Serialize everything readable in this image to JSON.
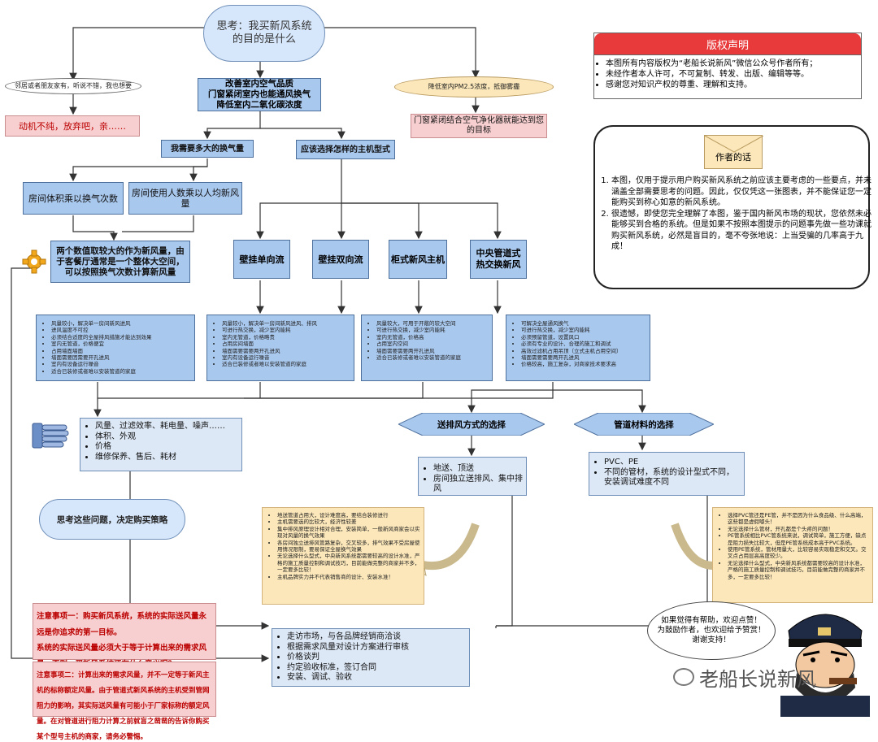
{
  "think_cloud": "思考：我买新风系统的目的是什么",
  "left_bubble": "邻居或者朋友家有，听说不错，我也想要",
  "left_result": "动机不纯，放弃吧，亲……",
  "center_goal": "改善室内空气品质\n门窗紧闭室内也能通风换气\n降低室内二氧化碳浓度",
  "right_bubble": "降低室内PM2.5浓度，抵御雾霾",
  "right_result": "门窗紧闭结合空气净化器就能达到您的目标",
  "q_airflow": "我需要多大的换气量",
  "q_type": "应该选择怎样的主机型式",
  "calc_room": "房间体积乘以换气次数",
  "calc_people": "房间使用人数乘以人均新风量",
  "rule_max": "两个数值取较大的作为新风量，由于客餐厅通常是一个整体大空间，可以按照换气次数计算新风量",
  "types": [
    "壁挂单向流",
    "壁挂双向流",
    "柜式新风主机",
    "中央管道式\n热交换新风"
  ],
  "type_details": [
    [
      "风量较小，解决单一房间新风进风",
      "进风温度不可控",
      "必须结合适度的全屋排风措施才能达到效果",
      "室内无管道，价格便宜",
      "占用墙面墙面",
      "墙面需要因需要开孔进风",
      "室内有设备运行噪音",
      "适合已装修或者难以安装管道的家庭"
    ],
    [
      "风量较小，解决单一房间新风进风、排风",
      "可进行热交换，减少室内能耗",
      "室内无管道，价格略贵",
      "占用房间墙面",
      "墙面需要需要两开孔进风",
      "室内有设备运行噪音",
      "适合已装修或者难以安装管道的家庭"
    ],
    [
      "风量较大，可用于开敞的较大空间",
      "可进行热交换，减少室内能耗",
      "室内无管道，价格高",
      "占用室内空间",
      "墙面需要需要两开孔进风",
      "适合已装修或者难以安装管道的家庭"
    ],
    [
      "可解决全屋通风换气",
      "可进行热交换，减少室内能耗",
      "必须预留管道，设置风口",
      "必须有专业的设计、合理的施工和调试",
      "高效过滤机占用吊顶（立式主机占用空间）",
      "墙面需要需要两开孔进风",
      "价格较高，施工复杂，对商家技术要求高"
    ]
  ],
  "decide_cloud": "思考这些问题，决定购买策略",
  "factors": [
    "风量、过滤效率、耗电量、噪声……",
    "体积、外观",
    "价格",
    "维修保养、售后、耗材"
  ],
  "q_supply": "送排风方式的选择",
  "q_pipe": "管道材料的选择",
  "supply_options": [
    "地送、顶送",
    "房间独立送排风、集中排风"
  ],
  "pipe_options": [
    "PVC、PE",
    "不同的管材，系统的设计型式不同，安装调试难度不同"
  ],
  "supply_notes": [
    "地送管道占用大，设计难度高，要结合装修进行",
    "主机需要选的比较大，经济性较差",
    "集中排风原理设计相对合理，安装简单，一般新风商家会以实现对风量的换气效果",
    "各房间独立送排风管路复杂，交叉较多，排气效果不受房屋使用情况限制，要易保证全屋换气效果",
    "无论选择什么型式，中央新风系统都需要较高的设计水准，严格的施工质量控制和调试技巧，目前能做完整的商家并不多，一定要多比较！",
    "主机品牌实力并不代表销售商的设计、安装水准！"
  ],
  "pipe_notes": [
    "选择PVC管还是PE管，并不是因为什么食品级、什么高端，这些都是虚假噱头！",
    "无论选择什么管材，开孔都是个头疼的问题！",
    "PE管系统相比PVC管系统来说，调试简单，施工方便，缺点是阻力损失比较大，但是PE管系统成本高于PVC系统。",
    "使用PE管系统，管材用量大，比较容易实现稳定和交叉。交叉点占用层高高度较少。",
    "无论选择什么型式，中央新风系统都需要较高的设计水准，严格的施工质量控制和调试技巧，目前能做完整的商家并不多，一定要多比较！"
  ],
  "notice_1": "注意事项一：购买新风系统，系统的实际送风量永远是你追求的第一目标。\n系统的实际送风量必须大于等于计算出来的需求风量，否则，买新风系统还有什么意义呢？",
  "notice_2": "注意事项二：计算出来的需求风量，并不一定等于新风主机的标称额定风量。由于管道式新风系统的主机受到管网阻力的影响，其实际送风量有可能小于厂家标称的额定风量。在对管道进行阻力计算之前就盲之凿凿的告诉你购买某个型号主机的商家，请务必警惕。",
  "steps": [
    "走访市场，与各品牌经销商洽谈",
    "根据需求风量对设计方案进行审核",
    "价格谈判",
    "约定验收标准，签订合同",
    "安装、调试、验收"
  ],
  "copyright_title": "版权声明",
  "copyright_lines": [
    "本图所有内容版权为“老船长说新风”微信公众号作者所有；",
    "未经作者本人许可，不可复制、转发、出版、编辑等等。",
    "感谢您对知识产权的尊重、理解和支持。"
  ],
  "author_title": "作者的话",
  "author_lines": [
    "本图，仅用于提示用户购买新风系统之前应该主要考虑的一些要点，并未涵盖全部需要思考的问题。因此，仅仅凭这一张图表，并不能保证您一定能购买到称心如意的新风系统。",
    "很遗憾，即使您完全理解了本图，鉴于国内新风市场的现状，您依然未必能够买到合格的系统。但是如果不按照本图提示的问题事先做一些功课就购买新风系统，必然是盲目的，毫不夸张地说：上当受骗的几率高于九成！"
  ],
  "captain_bubble": "如果觉得有帮助，欢迎点赞！\n为鼓励作者，也欢迎给予赞赏！\n谢谢支持！",
  "watermark": "老船长说新风",
  "colors": {
    "blue": "#a9c8ee",
    "pink": "#f8cfd0",
    "tan": "#fbe7b9",
    "red": "#e8393b",
    "light": "#dde8f6"
  }
}
